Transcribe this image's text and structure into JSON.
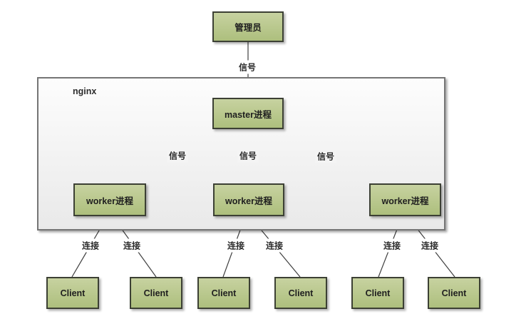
{
  "nodes": {
    "admin": {
      "label": "管理员"
    },
    "nginx_container": {
      "label": "nginx"
    },
    "master": {
      "label": "master进程"
    },
    "workers": [
      {
        "label": "worker进程"
      },
      {
        "label": "worker进程"
      },
      {
        "label": "worker进程"
      }
    ],
    "clients": [
      {
        "label": "Client"
      },
      {
        "label": "Client"
      },
      {
        "label": "Client"
      },
      {
        "label": "Client"
      },
      {
        "label": "Client"
      },
      {
        "label": "Client"
      }
    ]
  },
  "edges": {
    "admin_to_master": {
      "label": "信号"
    },
    "master_to_workers": [
      {
        "label": "信号"
      },
      {
        "label": "信号"
      },
      {
        "label": "信号"
      }
    ],
    "clients_to_workers": [
      {
        "label": "连接"
      },
      {
        "label": "连接"
      },
      {
        "label": "连接"
      },
      {
        "label": "连接"
      },
      {
        "label": "连接"
      },
      {
        "label": "连接"
      }
    ]
  },
  "colors": {
    "node_fill_top": "#c7d2a0",
    "node_fill_bottom": "#adbf7d",
    "node_border": "#3c4034",
    "container_fill": "#f0f0f0",
    "container_border": "#757575",
    "edge": "#3f3f3f",
    "text": "#1f1f1f",
    "background": "#ffffff"
  }
}
